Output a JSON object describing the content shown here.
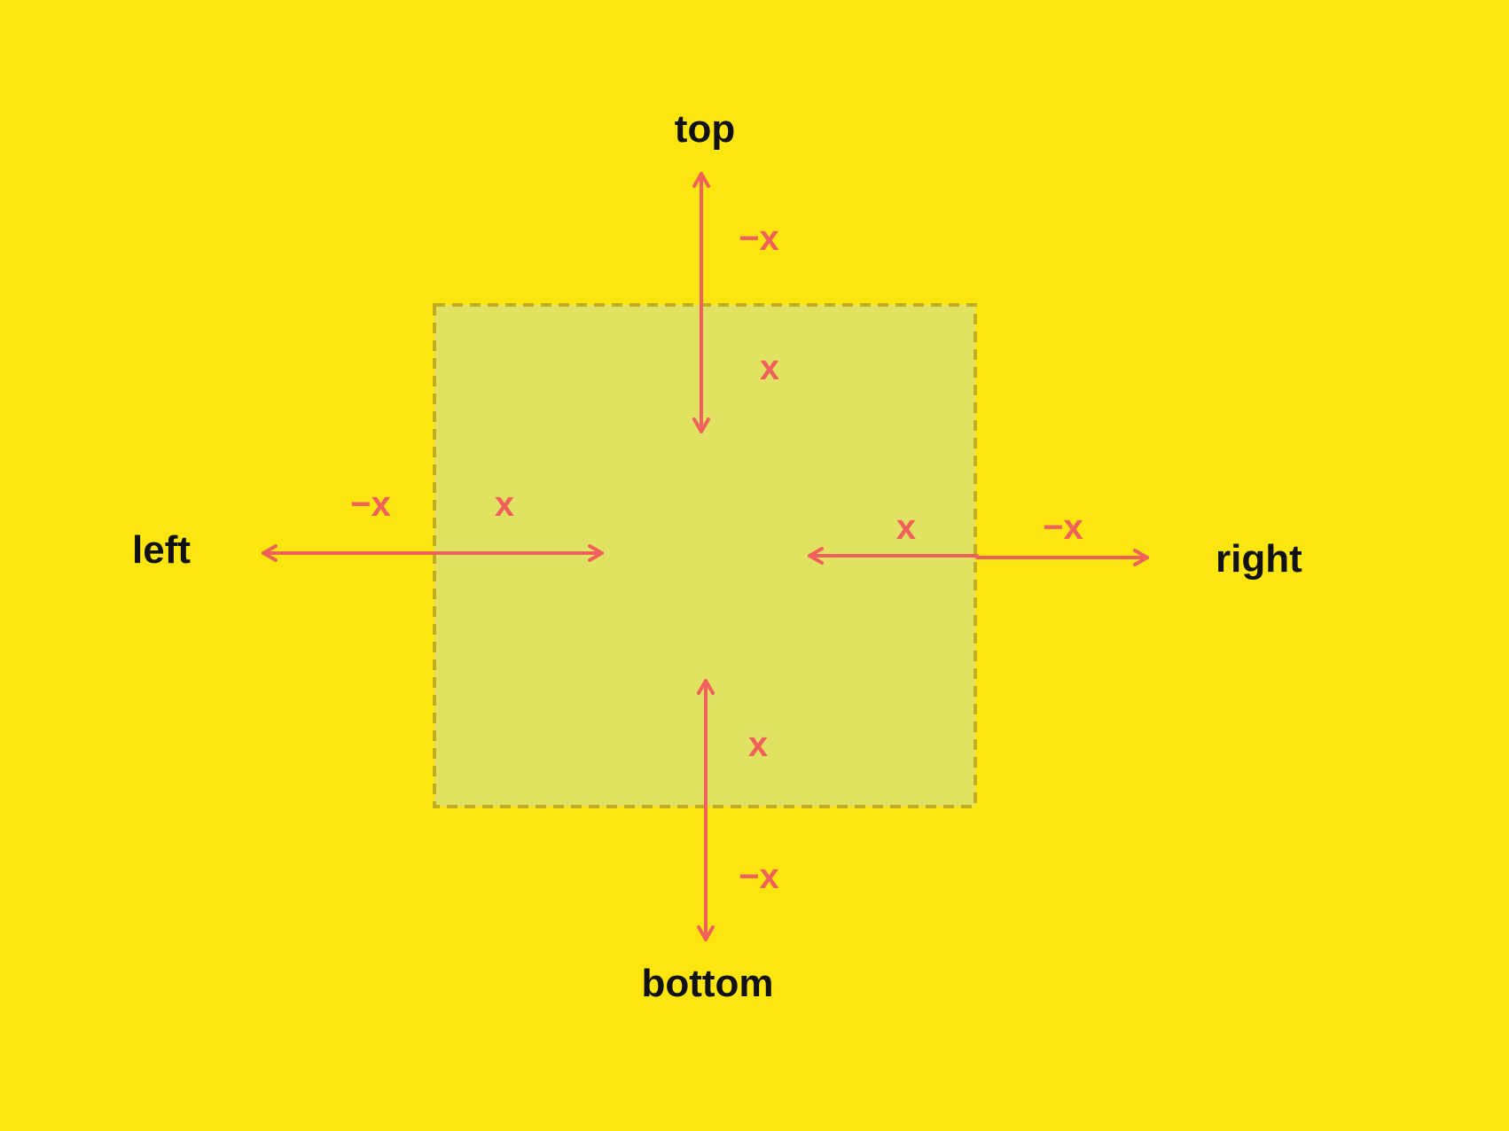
{
  "colors": {
    "background": "#FDE50F",
    "box_fill": "#E1E261",
    "box_border": "#C2AC1F",
    "arrow": "#F0615B",
    "label_text": "#111111"
  },
  "directions": {
    "top": "top",
    "bottom": "bottom",
    "left": "left",
    "right": "right"
  },
  "signs": {
    "top_outside": "−x",
    "top_inside": "x",
    "bottom_inside": "x",
    "bottom_outside": "−x",
    "left_outside": "−x",
    "left_inside": "x",
    "right_inside": "x",
    "right_outside": "−x"
  }
}
